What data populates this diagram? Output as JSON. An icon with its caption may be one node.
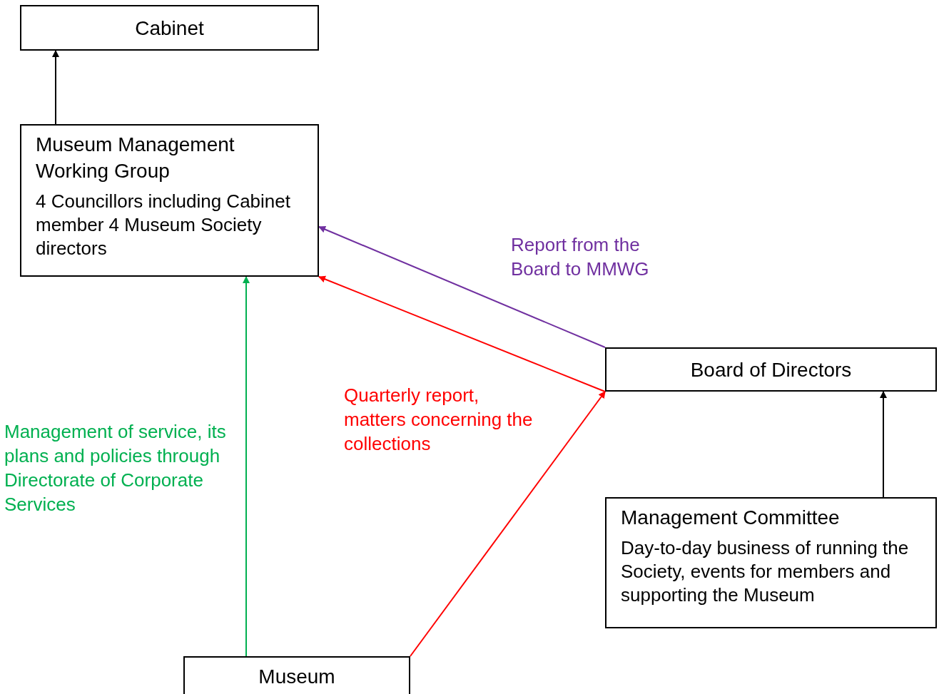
{
  "diagram": {
    "nodes": [
      {
        "text": [
          "Cabinet"
        ]
      },
      {
        "text": [
          "Museum Management Working Group",
          "4 Councillors including Cabinet member 4 Museum Society directors"
        ]
      },
      {
        "text": [
          "Board of Directors"
        ]
      },
      {
        "text": [
          "Management Committee",
          "Day-to-day business of running the Society, events for members and supporting the Museum"
        ]
      },
      {
        "text": [
          "Museum"
        ]
      }
    ],
    "edges": [
      {
        "from": 1,
        "to": 0,
        "arrow": "to"
      },
      {
        "from": 2,
        "to": 1,
        "arrow": "to",
        "label": "Report from the Board to MMWG",
        "color": "#7030a0"
      },
      {
        "from": 2,
        "to": 1,
        "arrow": "to",
        "label": "Quarterly report, matters concerning the collections",
        "color": "#ff0000"
      },
      {
        "from": 4,
        "to": 1,
        "arrow": "to",
        "label": "Management of service, its plans and policies through Directorate of Corporate Services",
        "color": "#00b050"
      },
      {
        "from": 4,
        "to": 2,
        "arrow": "to",
        "color": "#ff0000"
      },
      {
        "from": 3,
        "to": 2,
        "arrow": "to"
      }
    ]
  }
}
